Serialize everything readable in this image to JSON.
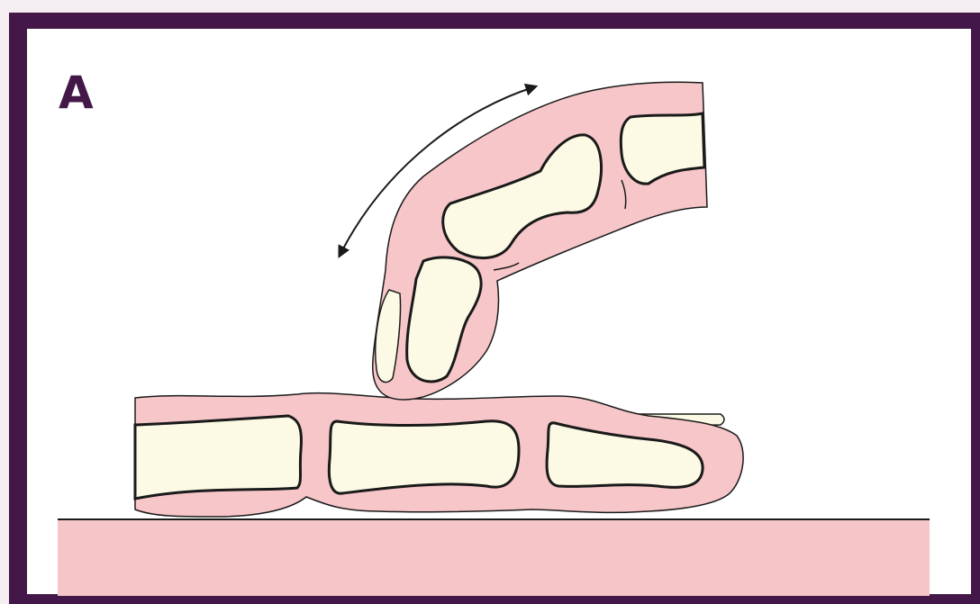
{
  "figure": {
    "panel_label": "A",
    "colors": {
      "frame": "#431848",
      "soft_tissue": "#f6c6c9",
      "bone": "#fcfae4",
      "surface": "#f5c5c8",
      "outline": "#1a1a1a"
    },
    "elements": [
      "motion-arrow",
      "flexed-finger",
      "extended-finger",
      "table-surface"
    ]
  }
}
